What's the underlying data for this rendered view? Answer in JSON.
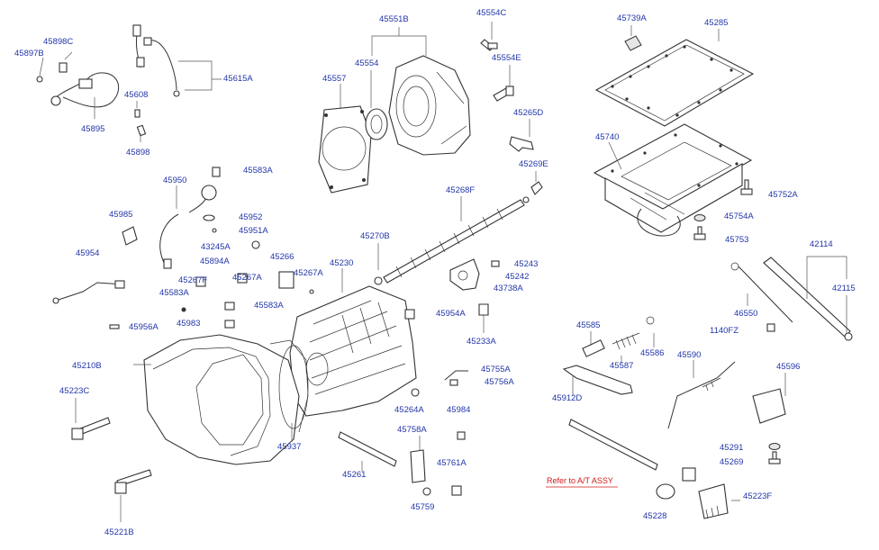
{
  "labels": {
    "l45551B": "45551B",
    "l45554C": "45554C",
    "l45739A": "45739A",
    "l45285": "45285",
    "l45898C": "45898C",
    "l45897B": "45897B",
    "l45615A": "45615A",
    "l45554": "45554",
    "l45557": "45557",
    "l45554E": "45554E",
    "l45608": "45608",
    "l45895": "45895",
    "l45898": "45898",
    "l45265D": "45265D",
    "l45740": "45740",
    "l45269E": "45269E",
    "l45583A_1": "45583A",
    "l45950": "45950",
    "l45268F": "45268F",
    "l45752A": "45752A",
    "l45952": "45952",
    "l45985": "45985",
    "l45951A": "45951A",
    "l45754A": "45754A",
    "l45270B": "45270B",
    "l45753": "45753",
    "l43245A": "43245A",
    "l42114": "42114",
    "l45954": "45954",
    "l45266": "45266",
    "l45230": "45230",
    "l45243": "45243",
    "l45894A": "45894A",
    "l45267A_1": "45267A",
    "l45242": "45242",
    "l42115": "42115",
    "l45267F": "45267F",
    "l45267A_2": "45267A",
    "l43738A": "43738A",
    "l45583A_2": "45583A",
    "l45583A_3": "45583A",
    "l46550": "46550",
    "l45954A": "45954A",
    "l45585": "45585",
    "l45983": "45983",
    "l45956A": "45956A",
    "l45233A": "45233A",
    "l1140FZ": "1140FZ",
    "l45586": "45586",
    "l45587": "45587",
    "l45590": "45590",
    "l45210B": "45210B",
    "l45755A": "45755A",
    "l45596": "45596",
    "l45756A": "45756A",
    "l45223C": "45223C",
    "l45912D": "45912D",
    "l45264A": "45264A",
    "l45984": "45984",
    "l45937": "45937",
    "l45758A": "45758A",
    "l45291": "45291",
    "l45269": "45269",
    "l45261": "45261",
    "l45761A": "45761A",
    "l45223F": "45223F",
    "l45759": "45759",
    "l45228": "45228",
    "l45221B": "45221B"
  },
  "reference_note": "Refer to A/T ASSY"
}
